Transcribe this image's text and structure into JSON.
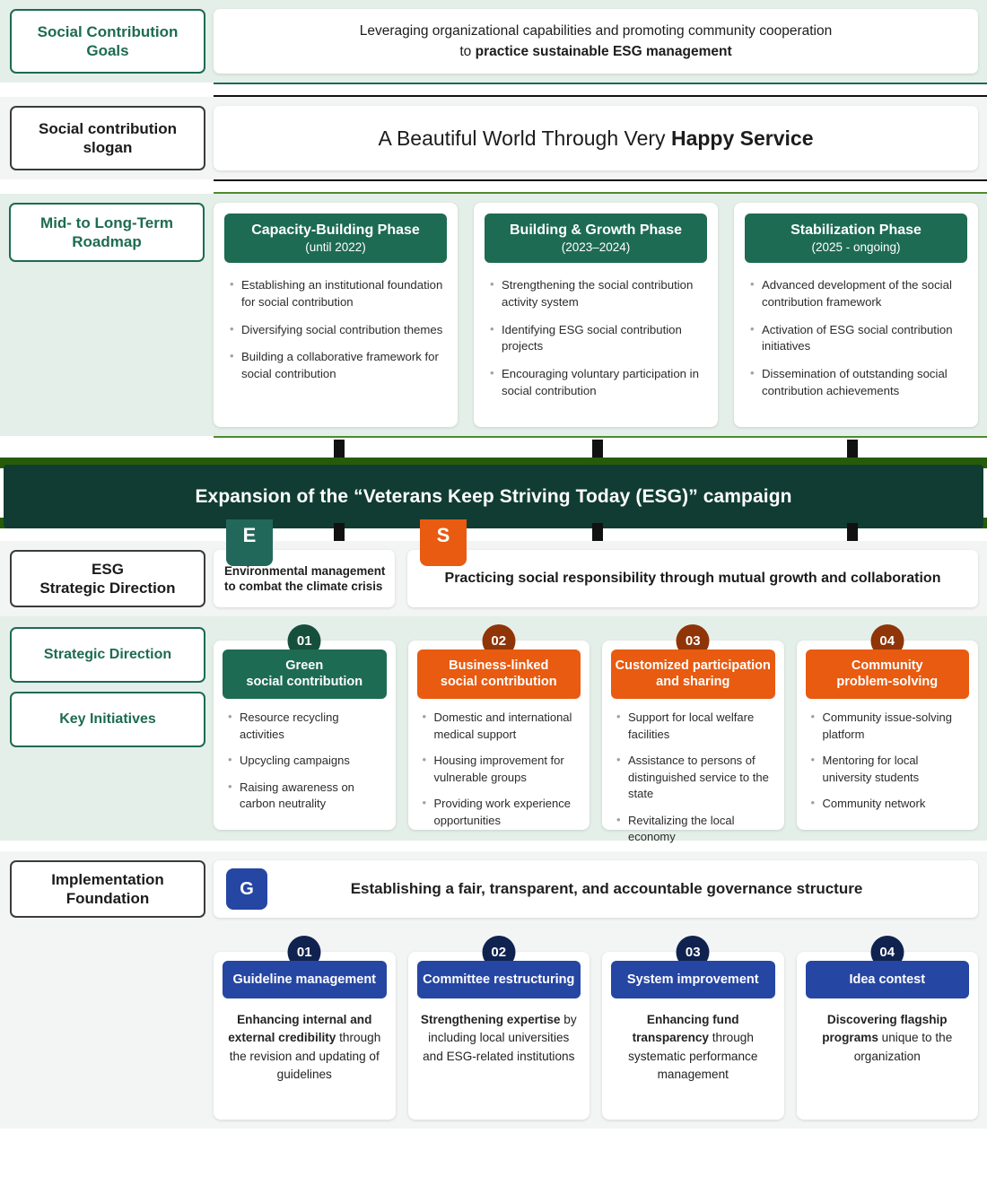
{
  "section_goals": {
    "label": "Social Contribution\nGoals",
    "text_line1": "Leveraging organizational capabilities and promoting community cooperation",
    "text_line2_prefix": "to ",
    "text_line2_bold": "practice sustainable ESG management"
  },
  "section_slogan": {
    "label": "Social contribution\nslogan",
    "text_prefix": "A Beautiful World Through Very ",
    "text_bold": "Happy Service"
  },
  "section_roadmap": {
    "label": "Mid- to Long-Term\nRoadmap",
    "phases": [
      {
        "title": "Capacity-Building Phase",
        "period": "(until 2022)",
        "items": [
          "Establishing an institutional foundation for social contribution",
          "Diversifying social contribution themes",
          "Building a collaborative framework for social contribution"
        ]
      },
      {
        "title": "Building & Growth Phase",
        "period": "(2023–2024)",
        "items": [
          "Strengthening the social contribution activity system",
          "Identifying ESG social contribution projects",
          "Encouraging voluntary participation in social contribution"
        ]
      },
      {
        "title": "Stabilization Phase",
        "period": "(2025 - ongoing)",
        "items": [
          "Advanced development of the social contribution framework",
          "Activation of ESG social contribution initiatives",
          "Dissemination of outstanding social contribution achievements"
        ]
      }
    ]
  },
  "banner": {
    "text": "Expansion of the “Veterans Keep Striving Today (ESG)” campaign",
    "band_color": "#103c33",
    "outer_color": "#265c09"
  },
  "section_esg": {
    "label": "ESG\nStrategic Direction",
    "pillars": [
      {
        "badge": "E",
        "badge_color": "#22685a",
        "text": "Environmental management to combat the climate crisis"
      },
      {
        "badge": "S",
        "badge_color": "#e85b10",
        "text": "Practicing social responsibility through mutual growth and collaboration"
      }
    ]
  },
  "section_strategy": {
    "label_strategic": "Strategic Direction",
    "label_initiatives": "Key Initiatives",
    "cards": [
      {
        "number": "01",
        "circle_color": "#16503d",
        "head_color": "#1d6b52",
        "title": "Green\nsocial contribution",
        "items": [
          "Resource recycling activities",
          "Upcycling campaigns",
          "Raising awareness on carbon neutrality"
        ]
      },
      {
        "number": "02",
        "circle_color": "#8f3508",
        "head_color": "#e85b10",
        "title": "Business-linked\nsocial contribution",
        "items": [
          "Domestic and international medical support",
          "Housing improvement for vulnerable groups",
          "Providing work experience opportunities"
        ]
      },
      {
        "number": "03",
        "circle_color": "#8f3508",
        "head_color": "#e85b10",
        "title": "Customized participation\nand sharing",
        "items": [
          "Support for local welfare facilities",
          "Assistance to persons of distinguished service to the state",
          "Revitalizing the local economy"
        ]
      },
      {
        "number": "04",
        "circle_color": "#8f3508",
        "head_color": "#e85b10",
        "title": "Community\nproblem-solving",
        "items": [
          "Community issue-solving platform",
          "Mentoring for local university students",
          "Community network"
        ]
      }
    ]
  },
  "section_implementation": {
    "label": "Implementation\nFoundation",
    "badge": "G",
    "badge_color": "#2546a3",
    "text": "Establishing a fair, transparent, and accountable governance structure"
  },
  "section_governance": {
    "cards": [
      {
        "number": "01",
        "title": "Guideline management",
        "body_bold": "Enhancing internal and external credibility",
        "body_rest": " through the revision and updating of guidelines"
      },
      {
        "number": "02",
        "title": "Committee restructuring",
        "body_bold": "Strengthening expertise",
        "body_rest": " by including local universities and ESG-related institutions"
      },
      {
        "number": "03",
        "title": "System improvement",
        "body_bold": "Enhancing fund transparency",
        "body_rest": " through systematic performance management"
      },
      {
        "number": "04",
        "title": "Idea contest",
        "body_bold": "Discovering flagship programs",
        "body_rest": " unique to the organization"
      }
    ]
  }
}
